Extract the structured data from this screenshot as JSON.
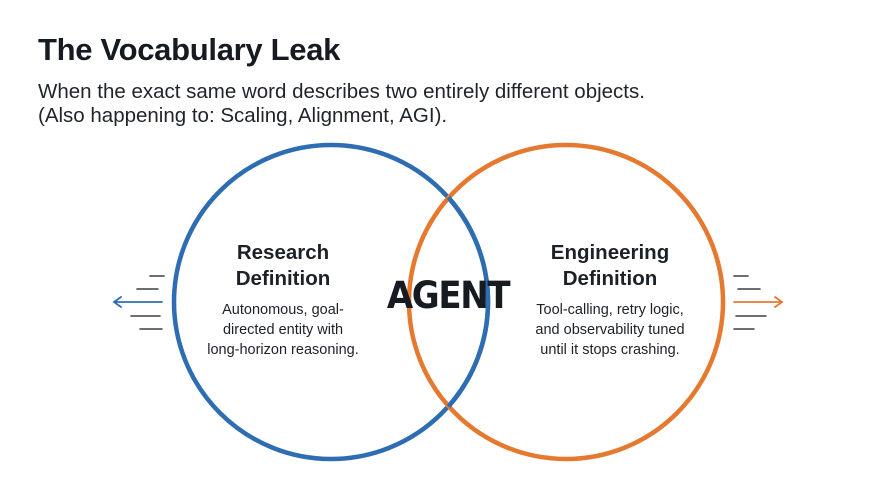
{
  "header": {
    "title": "The Vocabulary Leak",
    "subtitle_lines": [
      "When the exact same word describes two entirely different objects.",
      "(Also happening to: Scaling, Alignment, AGI)."
    ]
  },
  "venn": {
    "intersection_label": "AGENT",
    "left_set": {
      "heading_lines": [
        "Research",
        "Definition"
      ],
      "description_lines": [
        "Autonomous, goal-",
        "directed entity with",
        "long-horizon reasoning."
      ],
      "color": "#2f6db3"
    },
    "right_set": {
      "heading_lines": [
        "Engineering",
        "Definition"
      ],
      "description_lines": [
        "Tool-calling, retry logic,",
        "and observability tuned",
        "until it stops crashing."
      ],
      "color": "#e5792f"
    },
    "left_arrow_direction": "left",
    "right_arrow_direction": "right",
    "arrow_icon_names": [
      "speed-lines-icon",
      "arrow-left-icon",
      "arrow-right-icon"
    ]
  },
  "colors": {
    "text": "#1c2128",
    "motion_lines": "#3a3f46"
  }
}
